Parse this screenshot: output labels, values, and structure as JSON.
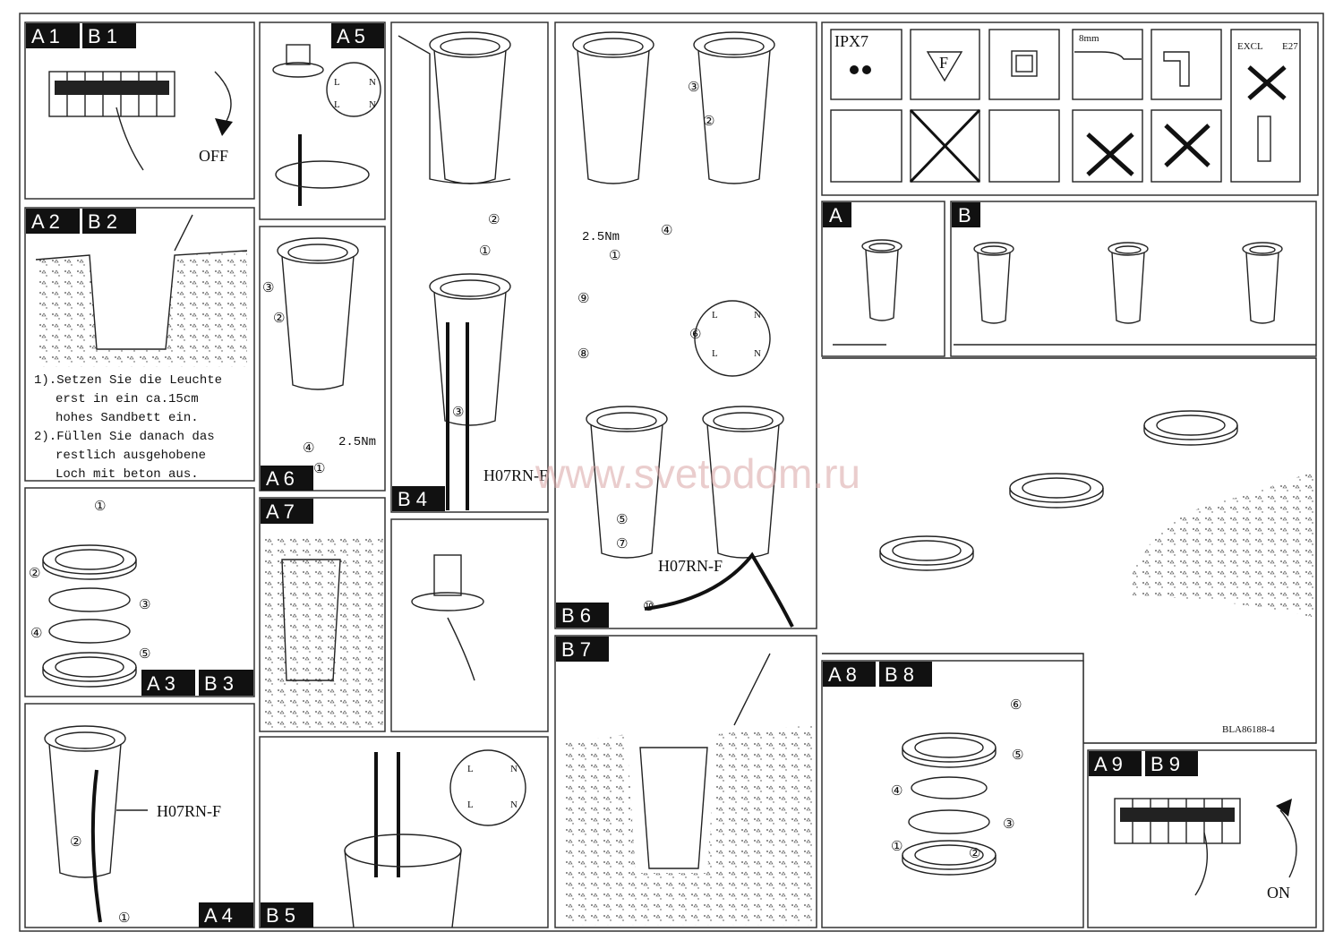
{
  "panels": {
    "a1b1": {
      "label_a": "A 1",
      "label_b": "B 1",
      "switch_state": "OFF"
    },
    "a2b2": {
      "label_a": "A 2",
      "label_b": "B 2",
      "instructions": [
        "1).Setzen Sie die Leuchte",
        "erst in ein ca.15cm",
        "hohes Sandbett ein.",
        "2).Füllen Sie danach das",
        "restlich ausgehobene",
        "Loch mit beton aus."
      ]
    },
    "a3b3": {
      "label_a": "A 3",
      "label_b": "B 3",
      "steps": [
        "①",
        "②",
        "③",
        "④",
        "⑤"
      ]
    },
    "a4": {
      "label": "A 4",
      "cable": "H07RN-F",
      "steps": [
        "①",
        "②"
      ]
    },
    "a5": {
      "label": "A 5",
      "terminal": [
        "L",
        "N",
        "L",
        "N"
      ]
    },
    "a6": {
      "label": "A 6",
      "torque": "2.5Nm",
      "steps": [
        "①",
        "②",
        "③",
        "④"
      ]
    },
    "a7": {
      "label": "A 7"
    },
    "b4": {
      "label": "B 4",
      "cable": "H07RN-F",
      "steps": [
        "①",
        "②",
        "③"
      ]
    },
    "b5": {
      "label": "B 5",
      "terminal": [
        "L",
        "N",
        "L",
        "N"
      ]
    },
    "b6": {
      "label": "B 6",
      "torque": "2.5Nm",
      "cable": "H07RN-F",
      "steps": [
        "①",
        "②",
        "③",
        "④",
        "⑤",
        "⑥",
        "⑦",
        "⑧",
        "⑨",
        "⑩"
      ],
      "terminal": [
        "L",
        "N",
        "L",
        "N"
      ]
    },
    "b7": {
      "label": "B 7"
    },
    "a": {
      "label": "A"
    },
    "b": {
      "label": "B"
    },
    "a8b8": {
      "label_a": "A 8",
      "label_b": "B 8",
      "steps": [
        "①",
        "②",
        "③",
        "④",
        "⑤",
        "⑥"
      ]
    },
    "a9b9": {
      "label_a": "A 9",
      "label_b": "B 9",
      "switch_state": "ON"
    }
  },
  "symbols": {
    "ipx7": "IPX7",
    "class_f": "F",
    "strip_length": "8mm",
    "bulb_excl": "EXCL",
    "bulb_type": "E27"
  },
  "doc_code": "BLA86188-4",
  "watermark": "www.svetodom.ru"
}
